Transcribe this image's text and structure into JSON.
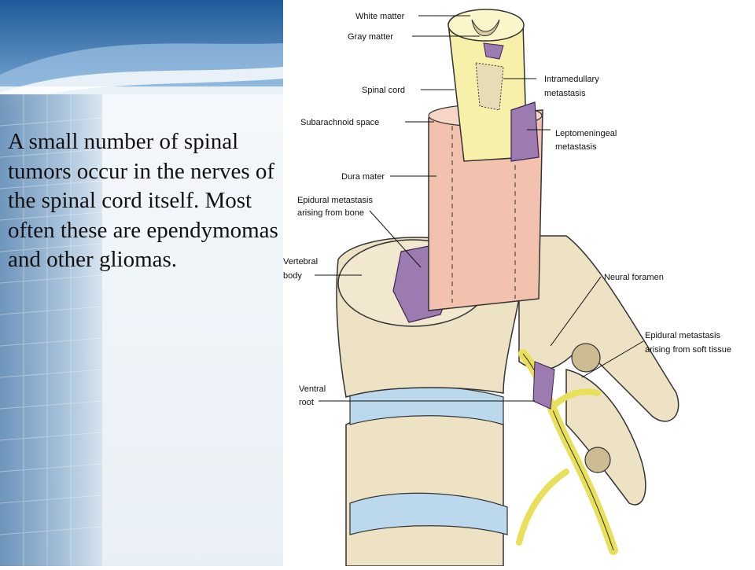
{
  "slide": {
    "text": "A small number of spinal tumors occur in the nerves of the spinal cord itself. Most often these are ependymomas and other gliomas."
  },
  "labels": {
    "white_matter": "White matter",
    "gray_matter": "Gray matter",
    "spinal_cord": "Spinal cord",
    "intramedullary_1": "Intramedullary",
    "intramedullary_2": "metastasis",
    "subarachnoid": "Subarachnoid space",
    "leptomeningeal_1": "Leptomeningeal",
    "leptomeningeal_2": "metastasis",
    "dura_mater": "Dura mater",
    "epidural_bone_1": "Epidural metastasis",
    "epidural_bone_2": "arising from bone",
    "vertebral_1": "Vertebral",
    "vertebral_2": "body",
    "neural_foramen": "Neural foramen",
    "epidural_soft_1": "Epidural metastasis",
    "epidural_soft_2": "arising from soft tissue",
    "ventral_1": "Ventral",
    "ventral_2": "root"
  },
  "colors": {
    "bone": "#eee2c4",
    "bone_shadow": "#d6c6a0",
    "dura": "#f3c2ae",
    "cord": "#f6f0a8",
    "disc": "#bcd8ec",
    "tumor": "#9c7bb0",
    "nerve": "#e8e05a"
  }
}
